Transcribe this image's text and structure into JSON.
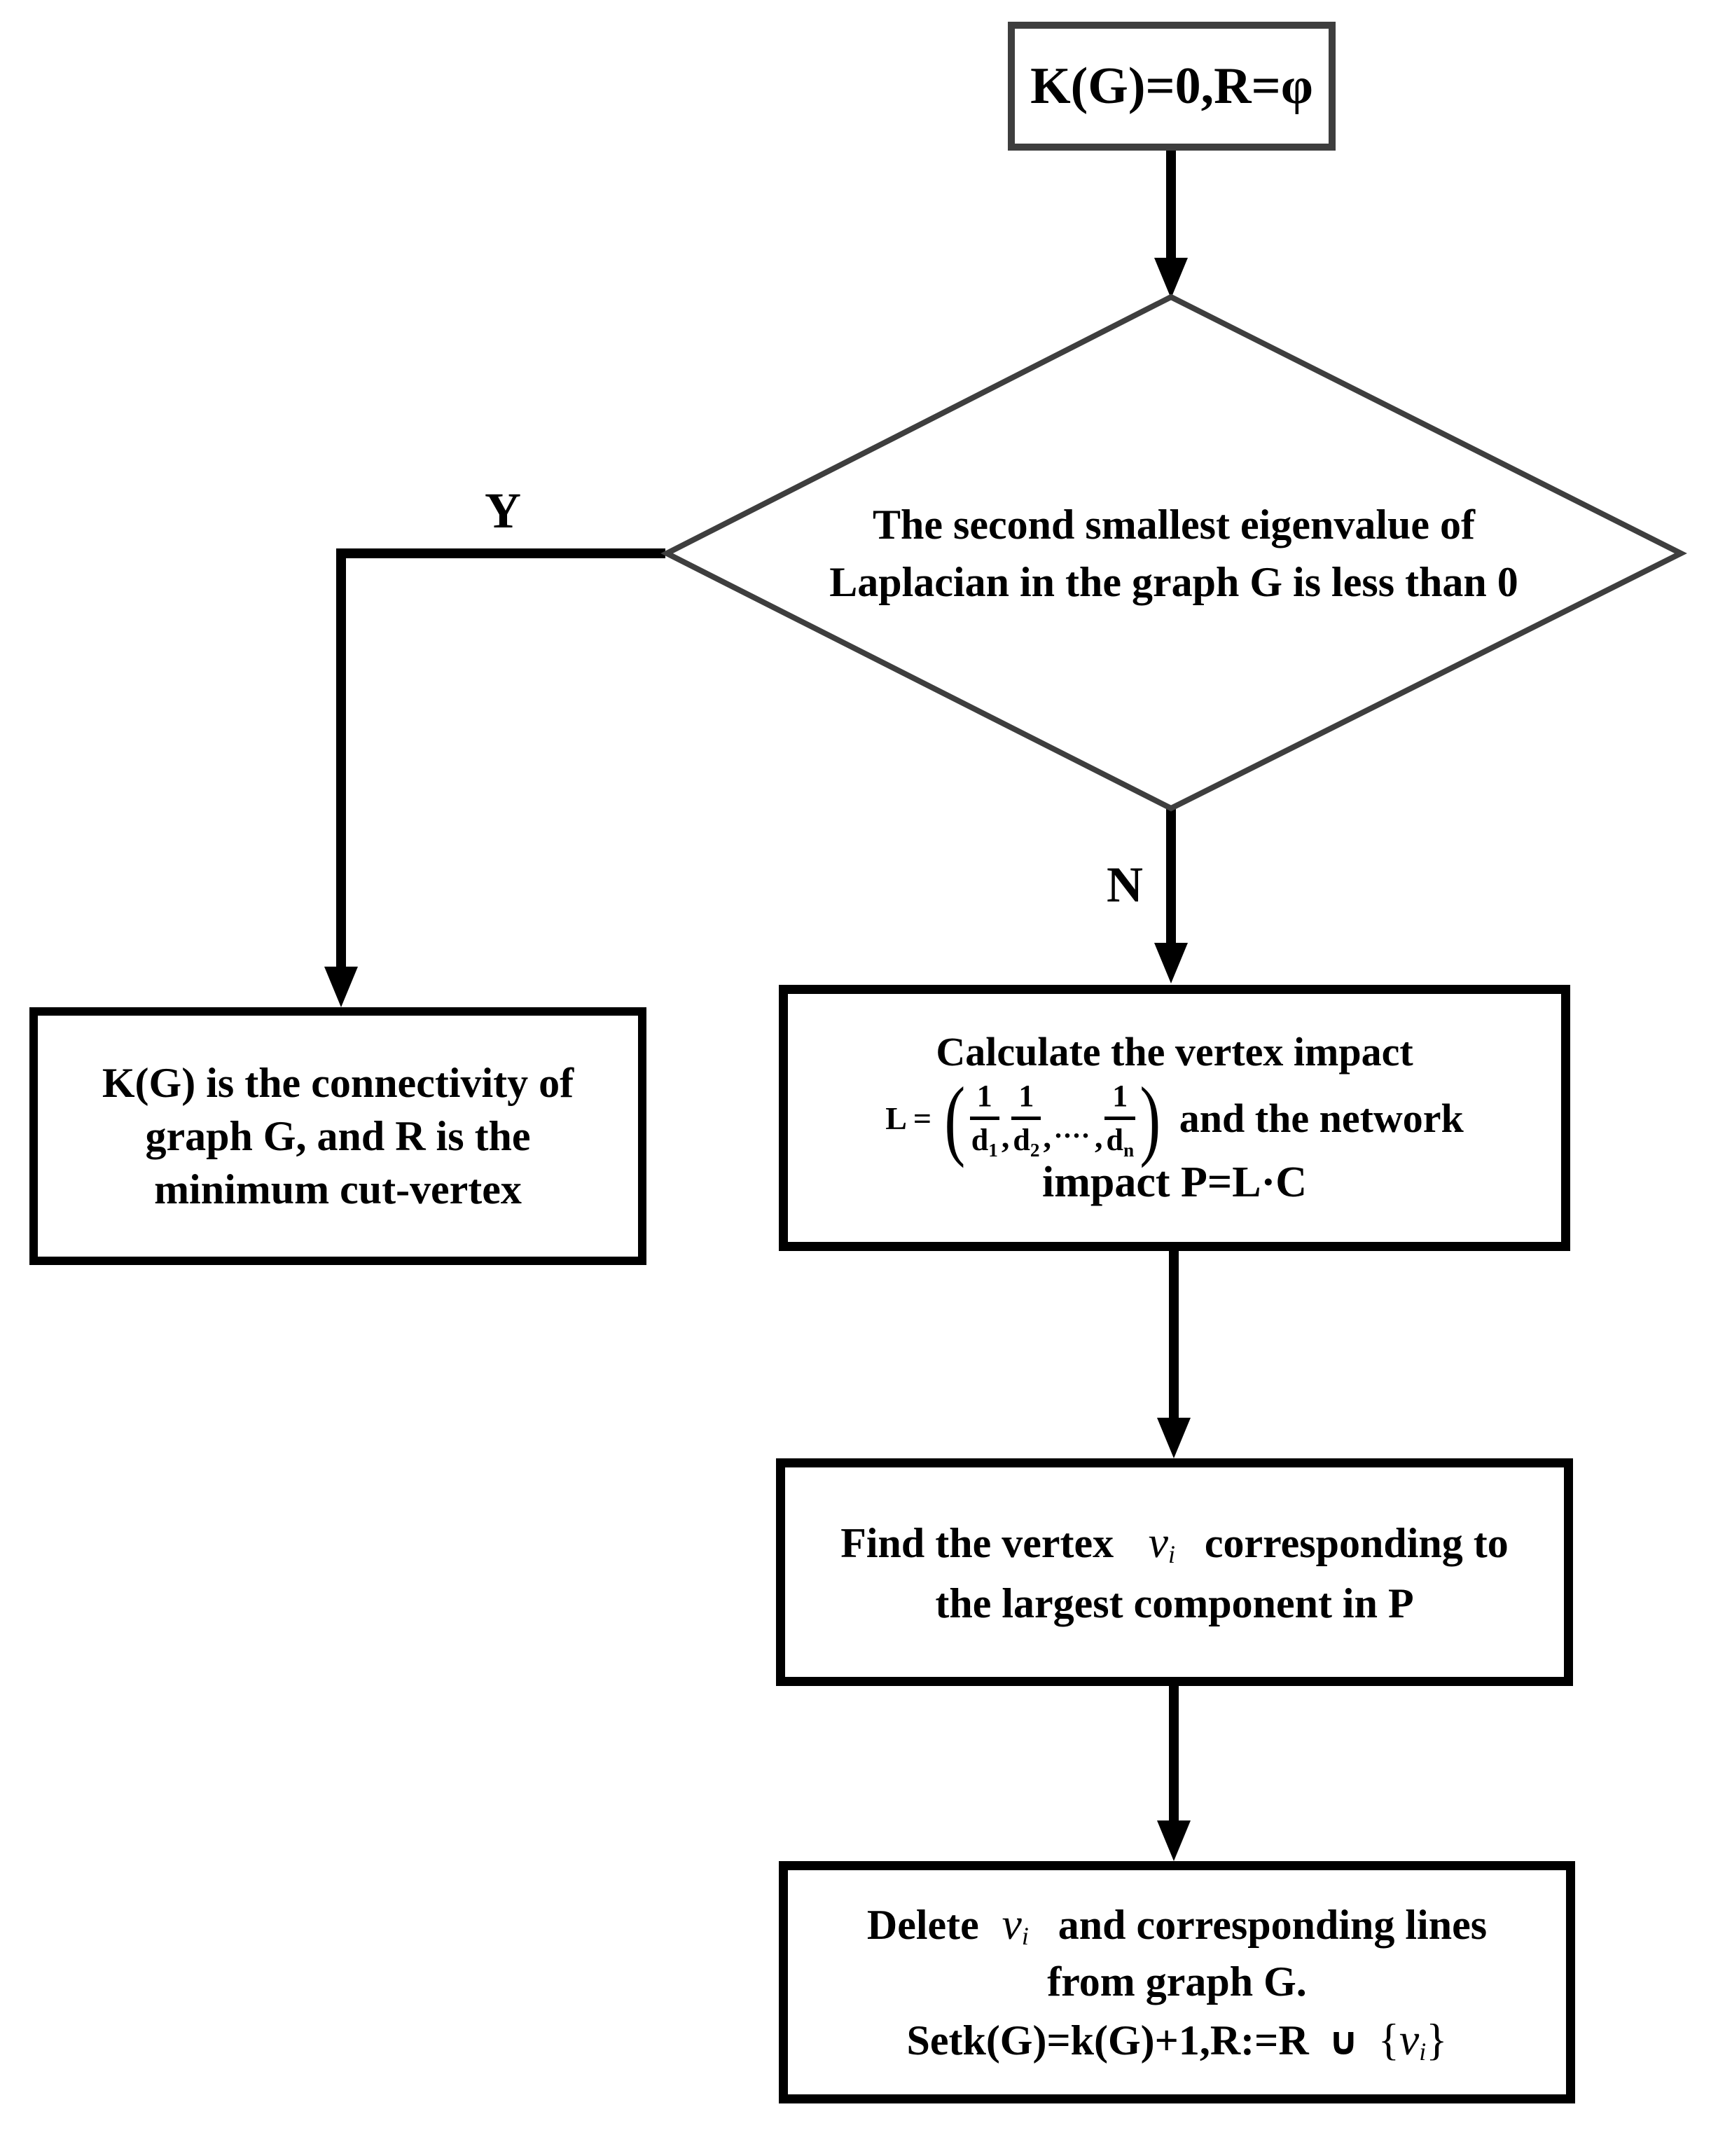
{
  "colors": {
    "background": "#ffffff",
    "outline_dark_gray": "#3e3e3e",
    "outline_black": "#000000",
    "text": "#000000"
  },
  "flowchart": {
    "start_box": {
      "text": "K(G)=0,R=φ"
    },
    "decision": {
      "line1": "The second smallest eigenvalue of",
      "line2": "Laplacian in the graph G is less than 0"
    },
    "branch_yes": "Y",
    "branch_no": "N",
    "yes_box": {
      "line1": "K(G) is the connectivity of",
      "line2": "graph G, and R is the",
      "line3": "minimum cut-vertex"
    },
    "calc_box": {
      "line1": "Calculate the vertex impact",
      "lhs": "L =",
      "paren_open": "(",
      "frac1": {
        "num": "1",
        "den": "d",
        "sub": "1"
      },
      "frac2": {
        "num": "1",
        "den": "d",
        "sub": "2"
      },
      "dots": "....",
      "frac3": {
        "num": "1",
        "den": "d",
        "sub": "n"
      },
      "paren_close": ")",
      "comma": ",",
      "rhs": "and the network",
      "line3": "impact P=L·C"
    },
    "find_box": {
      "seg1": "Find the vertex",
      "var": "v",
      "sub": "i",
      "seg2": "corresponding to",
      "line2": "the largest component in P"
    },
    "delete_box": {
      "seg1": "Delete",
      "var": "v",
      "sub": "i",
      "seg2": "and corresponding lines",
      "line2": "from graph G.",
      "line3_pre": "Setk(G)=k(G)+1,R:=R",
      "union": "∪",
      "brace_open": "{",
      "var2": "v",
      "sub2": "i",
      "brace_close": "}"
    }
  }
}
